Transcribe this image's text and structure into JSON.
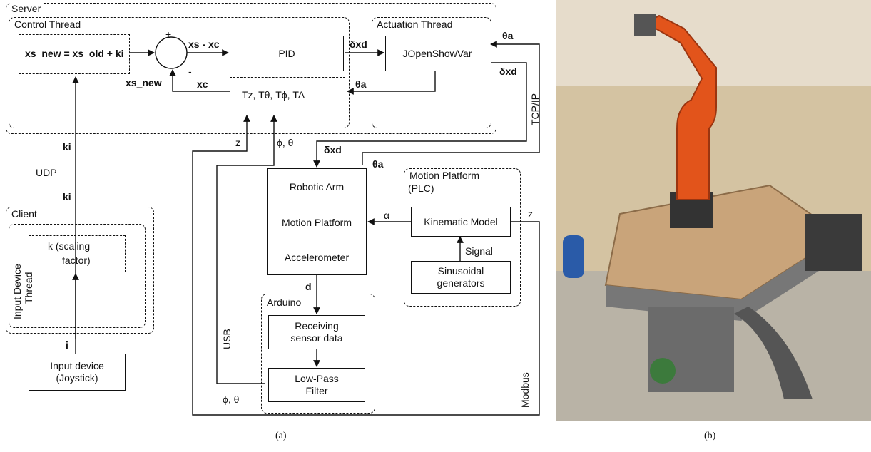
{
  "server": {
    "title": "Server"
  },
  "control_thread": {
    "title": "Control Thread",
    "update_eq": "xs_new = xs_old + ki",
    "pid_label": "PID",
    "transform_label": "Tz, Tθ, Tϕ, TA",
    "sum_plus": "+",
    "sum_minus": "-",
    "err_label": "xs - xc",
    "xc_label": "xc",
    "xsnew_label": "xs_new"
  },
  "actuation_thread": {
    "title": "Actuation Thread",
    "jopen_label": "JOpenShowVar"
  },
  "signals": {
    "theta_a": "θa",
    "delta_xd": "δxd",
    "tcpip": "TCP/IP",
    "ki": "ki",
    "udp": "UDP",
    "z": "z",
    "phi_theta": "ϕ, θ",
    "alpha": "α",
    "d": "d",
    "usb": "USB",
    "modbus": "Modbus",
    "signal": "Signal",
    "i": "i"
  },
  "robot_stack": {
    "arm": "Robotic Arm",
    "platform": "Motion Platform",
    "accel": "Accelerometer"
  },
  "motion_platform": {
    "title": "Motion Platform",
    "subtitle": "(PLC)",
    "kinematic": "Kinematic Model",
    "generators_1": "Sinusoidal",
    "generators_2": "generators"
  },
  "arduino": {
    "title": "Arduino",
    "receiving_1": "Receiving",
    "receiving_2": "sensor data",
    "filter_1": "Low-Pass",
    "filter_2": "Filter"
  },
  "client": {
    "title": "Client",
    "input_thread": "Input Device",
    "input_thread_2": "Thread",
    "scaling_1": "k (scaling",
    "scaling_2": "factor)"
  },
  "input_device": {
    "line1": "Input device",
    "line2": "(Joystick)"
  },
  "captions": {
    "a": "(a)",
    "b": "(b)"
  },
  "colors": {
    "robot_orange": "#e2541b",
    "platform_wood": "#c9a47a",
    "wall": "#d9c6a6"
  }
}
